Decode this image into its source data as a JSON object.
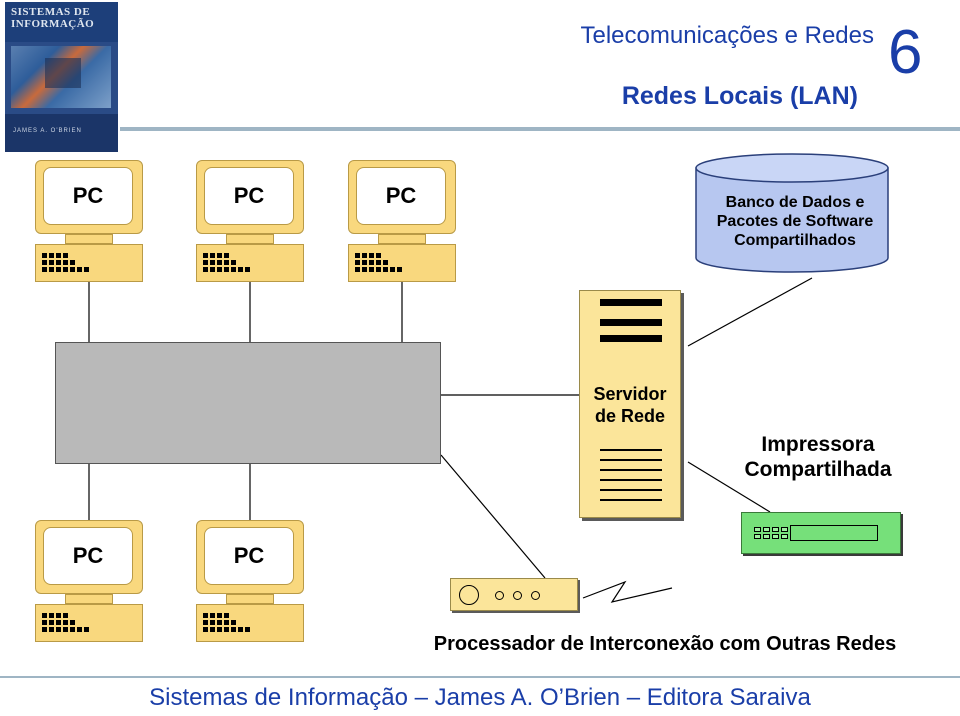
{
  "header": {
    "subtitle": "Telecomunicações e Redes",
    "title": "Redes Locais (LAN)",
    "slide_number": "6"
  },
  "book_cover": {
    "title_line1": "SISTEMAS DE",
    "title_line2": "INFORMAÇÃO",
    "author": "JAMES A. O'BRIEN"
  },
  "diagram": {
    "pcs_top": [
      "PC",
      "PC",
      "PC"
    ],
    "pcs_bottom": [
      "PC",
      "PC"
    ],
    "database_label": "Banco de Dados e Pacotes de Software Compartilhados",
    "server_label_line1": "Servidor",
    "server_label_line2": "de Rede",
    "printer_label_line1": "Impressora",
    "printer_label_line2": "Compartilhada",
    "router_label": "Processador de Interconexão com Outras Redes"
  },
  "footer": {
    "text": "Sistemas de Informação – James A. O’Brien – Editora Saraiva"
  },
  "colors": {
    "accent_blue": "#1a3ea8",
    "pc_fill": "#f9d87e",
    "server_fill": "#fbe59a",
    "hub_fill": "#b9b9b9",
    "database_fill": "#b7c7f0",
    "printer_fill": "#76e07a"
  }
}
